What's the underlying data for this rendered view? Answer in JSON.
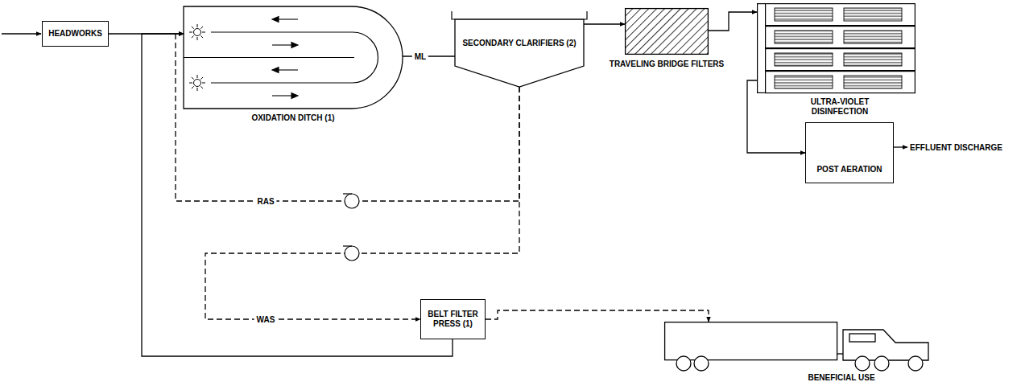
{
  "diagram": {
    "nodes": [
      {
        "text": [
          "HEADWORKS"
        ]
      },
      {
        "text": [
          "OXIDATION DITCH (1)"
        ]
      },
      {
        "text": [
          "SECONDARY CLARIFIERS (2)"
        ]
      },
      {
        "text": [
          "TRAVELING BRIDGE FILTERS"
        ]
      },
      {
        "text": [
          "ULTRA-VIOLET DISINFECTION"
        ]
      },
      {
        "text": [
          "POST AERATION"
        ]
      },
      {
        "text": [
          "BELT FILTER PRESS (1)"
        ]
      },
      {
        "text": [
          "BENEFICIAL USE"
        ]
      }
    ],
    "edges": [
      {
        "from": 0,
        "to": 1,
        "arrow": "to"
      },
      {
        "from": 1,
        "to": 2,
        "label": "ML",
        "arrow": "none"
      },
      {
        "from": 2,
        "to": 3,
        "arrow": "to"
      },
      {
        "from": 3,
        "to": 4,
        "arrow": "to"
      },
      {
        "from": 4,
        "to": 5,
        "arrow": "to"
      },
      {
        "from": 2,
        "to": 1,
        "label": "RAS",
        "arrow": "to"
      },
      {
        "from": 2,
        "to": 6,
        "label": "WAS",
        "arrow": "to"
      },
      {
        "from": 6,
        "to": 7,
        "arrow": "to"
      },
      {
        "from": 6,
        "to": 1,
        "arrow": "to"
      }
    ],
    "labels": [
      "EFFLUENT DISCHARGE"
    ]
  }
}
